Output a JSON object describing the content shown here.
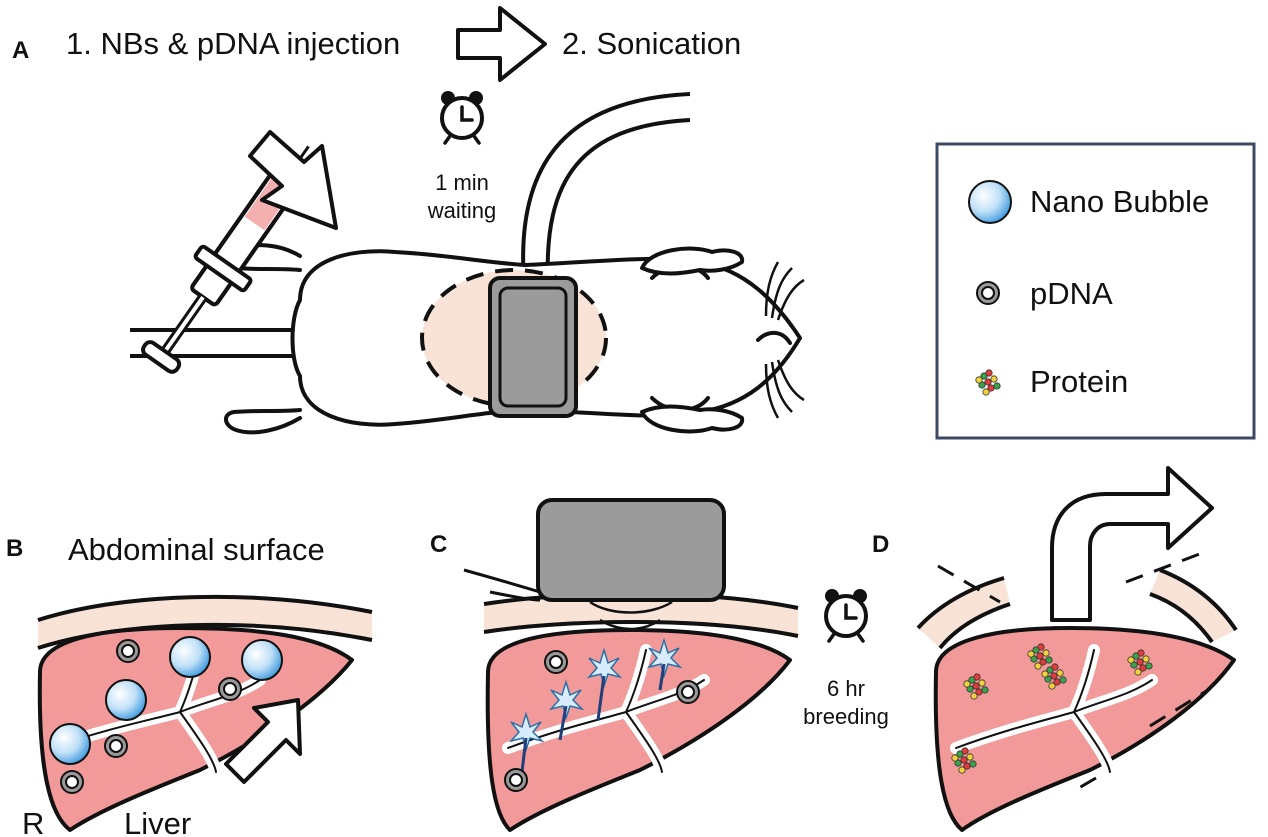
{
  "panels": {
    "a": "A",
    "b": "B",
    "c": "C",
    "d": "D"
  },
  "steps": {
    "step1": "1. NBs & pDNA injection",
    "step2": "2. Sonication"
  },
  "timers": {
    "wait_line1": "1 min",
    "wait_line2": "waiting",
    "breed_line1": "6 hr",
    "breed_line2": "breeding"
  },
  "labels": {
    "abdominal_surface": "Abdominal surface",
    "r": "R",
    "liver": "Liver"
  },
  "legend": {
    "items": [
      {
        "label": "Nano Bubble",
        "icon": "nano-bubble-icon"
      },
      {
        "label": "pDNA",
        "icon": "pdna-ring-icon"
      },
      {
        "label": "Protein",
        "icon": "protein-cluster-icon"
      }
    ],
    "border_color": "#3d4a63"
  },
  "colors": {
    "liver": "#f29a9a",
    "skin": "#f9e2d6",
    "probe": "#9b9b9b",
    "syringe_fluid": "#f4b0b0",
    "bubble": "#6fb6ea"
  }
}
